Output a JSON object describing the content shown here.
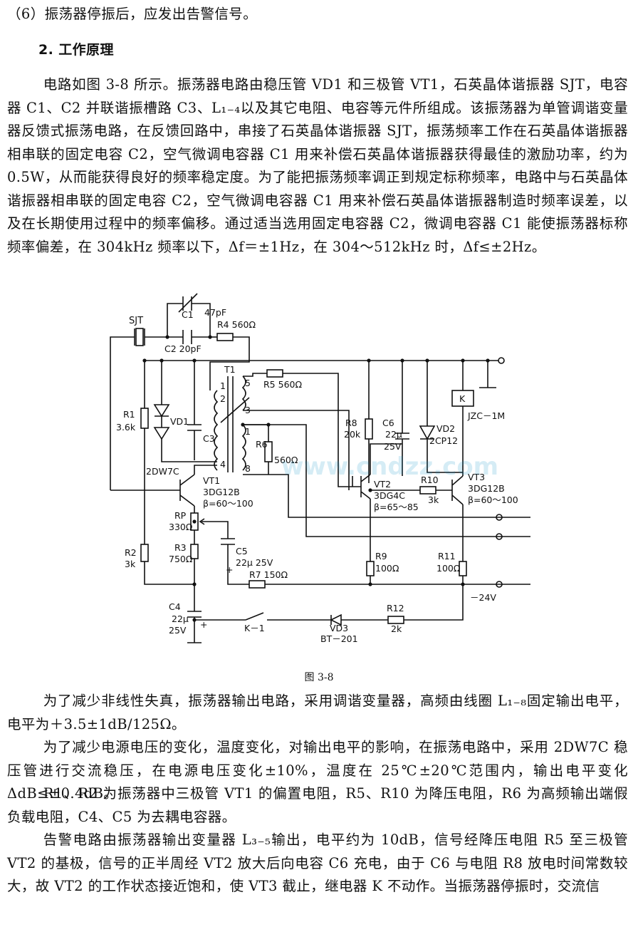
{
  "text": {
    "item6": "（6）振荡器停振后，应发出告警信号。",
    "heading": "2. 工作原理",
    "para1": "电路如图 3-8 所示。振荡器电路由稳压管 VD1 和三极管 VT1，石英晶体谐振器 SJT，电容器 C1、C2 并联谐振槽路 C3、L₁₋₄以及其它电阻、电容等元件所组成。该振荡器为单管调谐变量器反馈式振荡电路，在反馈回路中，串接了石英晶体谐振器 SJT，振荡频率工作在石英晶体谐振器相串联的固定电容 C2，空气微调电容器 C1 用来补偿石英晶体谐振器获得最佳的激励功率，约为 0.5W，从而能获得良好的频率稳定度。为了能把振荡频率调正到规定标称频率，电路中与石英晶体谐振器相串联的固定电容 C2，空气微调电容器 C1 用来补偿石英晶体谐振器制造时频率误差，以及在长期使用过程中的频率偏移。通过适当选用固定电容器 C2，微调电容器 C1 能使振荡器标称频率偏差，在 304kHz 频率以下，Δf＝±1Hz，在 304～512kHz 时，Δf≤±2Hz。",
    "caption": "图 3-8",
    "para2": "为了减少非线性失真，振荡器输出电路，采用调谐变量器，高频由线圈 L₁₋₈固定输出电平，电平为＋3.5±1dB/125Ω。",
    "para3": "为了减少电源电压的变化，温度变化，对输出电平的影响，在振荡电路中，采用 2DW7C 稳压管进行交流稳压，在电源电压变化±10%，温度在 25℃±20℃范围内，输出电平变化 ΔdB≤±0.4dB。",
    "para4": "R1、R2 为振荡器中三极管 VT1 的偏置电阻，R5、R10 为降压电阻，R6 为高频输出端假负载电阻，C4、C5 为去耦电容器。",
    "para5": "告警电路由振荡器输出变量器 L₃₋₅输出，电平约为 10dB，信号经降压电阻 R5 至三极管 VT2 的基极，信号的正半周经 VT2 放大后向电容 C6 充电，由于 C6 与电阻 R8 放电时间常数较大，故 VT2 的工作状态接近饱和，使 VT3 截止，继电器 K 不动作。当振荡器停振时，交流信"
  },
  "schematic": {
    "labels": {
      "sjt": "SJT",
      "c1": "C1",
      "c1_val": "47pF",
      "r4": "R4 560Ω",
      "c2": "C2 20pF",
      "t1": "T1",
      "r5": "R5 560Ω",
      "r1": "R1",
      "r1_val": "3.6k",
      "vd1": "VD1",
      "c3": "C3",
      "zener": "2DW7C",
      "r6": "R6",
      "r6_val": "560Ω",
      "vt1": "VT1",
      "vt1_type": "3DG12B",
      "vt1_beta": "β=60～100",
      "rp": "RP",
      "rp_val": "330Ω",
      "r2": "R2",
      "r2_val": "3k",
      "r3": "R3",
      "r3_val": "750Ω",
      "c5": "C5",
      "c5_val": "22μ 25V",
      "r7": "R7 150Ω",
      "c4": "C4",
      "c4_val1": "22μ",
      "c4_val2": "25V",
      "k1": "K－1",
      "vd3": "VD3",
      "vd3_type": "BT－201",
      "r12": "R12",
      "r12_val": "2k",
      "r8": "R8",
      "r8_val": "20k",
      "c6": "C6",
      "c6_val1": "22μ",
      "c6_val2": "25V",
      "vd2": "VD2",
      "vd2_type": "2CP12",
      "k": "K",
      "relay": "JZC－1M",
      "vt2": "VT2",
      "vt2_type": "3DG4C",
      "vt2_beta": "β=65～85",
      "r10": "R10",
      "r10_val": "3k",
      "vt3": "VT3",
      "vt3_type": "3DG12B",
      "vt3_beta": "β=60～100",
      "r9": "R9",
      "r9_val": "100Ω",
      "r11": "R11",
      "r11_val": "100Ω",
      "supply": "－24V",
      "pin1": "1",
      "pin2": "2",
      "pin3": "3",
      "pin4": "4",
      "pin5": "5",
      "pin1b": "1",
      "pin8": "8",
      "plus": "+",
      "watermark": "www.cndzz.com"
    }
  }
}
